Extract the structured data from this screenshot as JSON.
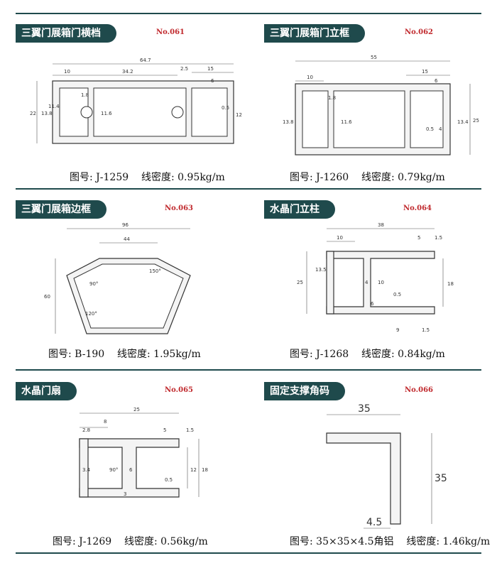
{
  "panels": [
    {
      "title": "三翼门展箱门横档",
      "number": "No.061",
      "drawing_no_label": "图号:",
      "drawing_no": "J-1259",
      "density_label": "线密度:",
      "density": "0.95kg/m",
      "dims": {
        "width": "64.7",
        "a": "10",
        "b": "34.2",
        "c": "2.5",
        "d": "15",
        "e": "6",
        "h": "22",
        "f": "13.8",
        "g": "11.4",
        "i": "11.6",
        "j": "1.8",
        "k": "0.5",
        "l": "12"
      }
    },
    {
      "title": "三翼门展箱门立框",
      "number": "No.062",
      "drawing_no_label": "图号:",
      "drawing_no": "J-1260",
      "density_label": "线密度:",
      "density": "0.79kg/m",
      "dims": {
        "width": "55",
        "a": "10",
        "b": "15",
        "c": "6",
        "h": "25",
        "f": "13.8",
        "g": "11.6",
        "i": "1.8",
        "j": "13.4",
        "k": "0.5",
        "l": "4"
      }
    },
    {
      "title": "三翼门展箱边框",
      "number": "No.063",
      "drawing_no_label": "图号:",
      "drawing_no": "B-190",
      "density_label": "线密度:",
      "density": "1.95kg/m",
      "dims": {
        "width": "96",
        "top": "44",
        "h": "60",
        "ang1": "150°",
        "ang2": "90°",
        "ang3": "120°"
      }
    },
    {
      "title": "水晶门立柱",
      "number": "No.064",
      "drawing_no_label": "图号:",
      "drawing_no": "J-1268",
      "density_label": "线密度:",
      "density": "0.84kg/m",
      "dims": {
        "width": "38",
        "a": "10",
        "b": "5",
        "c": "1.5",
        "h": "25",
        "r": "13.5",
        "d": "18",
        "e": "10",
        "f": "4",
        "g": "6",
        "i": "0.5",
        "j": "9",
        "k": "1.5"
      }
    },
    {
      "title": "水晶门扇",
      "number": "No.065",
      "drawing_no_label": "图号:",
      "drawing_no": "J-1269",
      "density_label": "线密度:",
      "density": "0.56kg/m",
      "dims": {
        "width": "25",
        "a": "2.8",
        "b": "8",
        "c": "5",
        "d": "1.5",
        "e": "3.4",
        "f": "6",
        "g": "12",
        "h": "18",
        "i": "0.5",
        "j": "3",
        "ang": "90°"
      }
    },
    {
      "title": "固定支撑角码",
      "number": "No.066",
      "drawing_no_label": "图号:",
      "drawing_no": "35×35×4.5角铝",
      "density_label": "线密度:",
      "density": "1.46kg/m",
      "dims": {
        "w": "35",
        "h": "35",
        "t": "4.5"
      }
    }
  ]
}
